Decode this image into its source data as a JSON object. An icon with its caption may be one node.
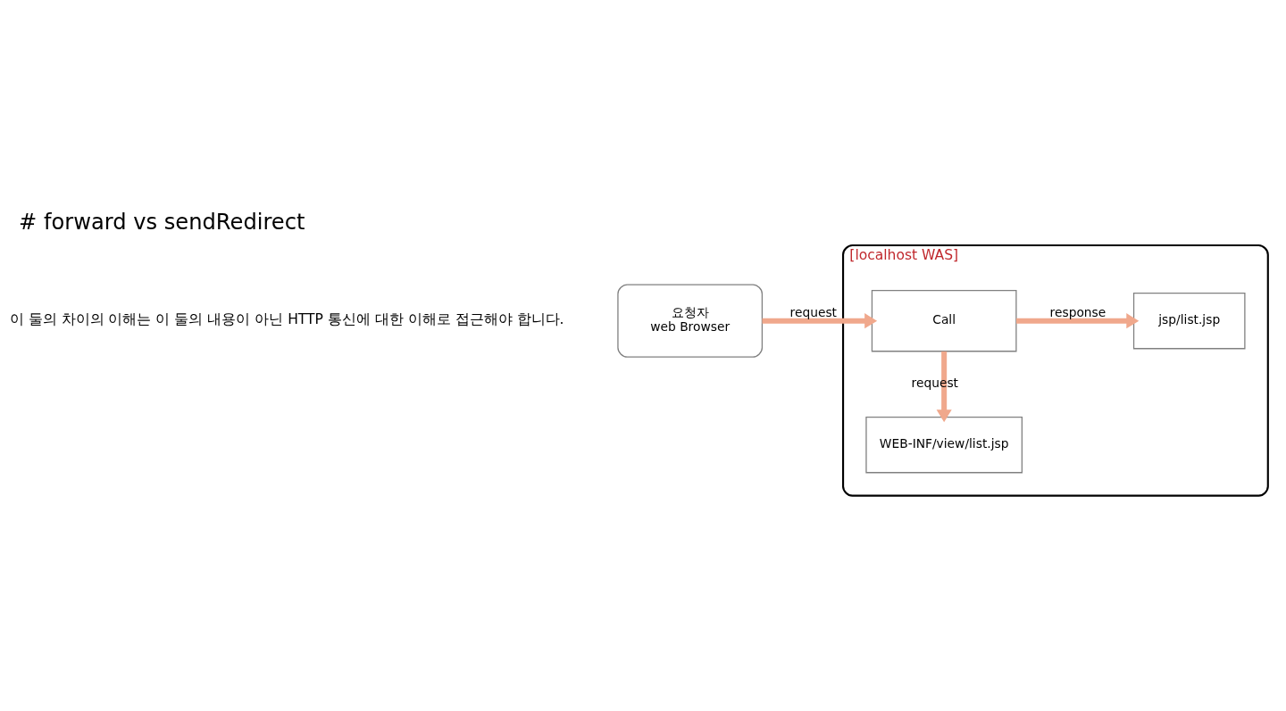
{
  "diagram": {
    "title": "# forward vs sendRedirect",
    "nodes": [
      {
        "text": [
          "요청자",
          "web Browser"
        ]
      },
      {
        "text": [
          "[localhost WAS]"
        ]
      },
      {
        "text": [
          "Call"
        ],
        "in": 1
      },
      {
        "text": [
          "jsp/list.jsp"
        ],
        "in": 1
      },
      {
        "text": [
          "WEB-INF/view/list.jsp"
        ],
        "in": 1
      }
    ],
    "edges": [
      {
        "from": 0,
        "to": 2,
        "arrow": "to",
        "label": "request"
      },
      {
        "from": 2,
        "to": 3,
        "arrow": "to",
        "label": "response"
      },
      {
        "from": 2,
        "to": 4,
        "arrow": "to",
        "label": "request"
      }
    ],
    "labels": [
      "이 둘의 차이의 이해는 이 둘의 내용이 아닌 HTTP 통신에 대한 이해로 접근해야 합니다."
    ]
  }
}
